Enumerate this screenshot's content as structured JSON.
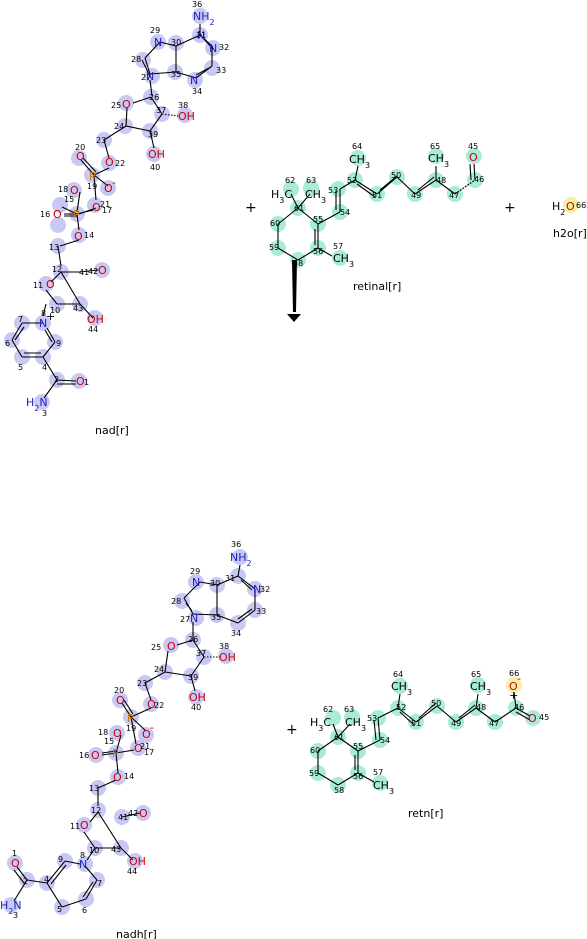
{
  "molecules": {
    "nad": {
      "name": "nad[r]",
      "atoms": {
        "n": [
          "1",
          "3",
          "4",
          "5",
          "6",
          "7",
          "8",
          "9",
          "10",
          "11",
          "12",
          "13",
          "14",
          "15",
          "16",
          "17",
          "18",
          "19",
          "20",
          "21",
          "22",
          "23",
          "24",
          "25",
          "26",
          "27",
          "28",
          "29",
          "30",
          "31",
          "32",
          "33",
          "34",
          "35",
          "36",
          "37",
          "38",
          "39",
          "40",
          "41",
          "42",
          "43",
          "44"
        ],
        "groups": {
          "amine": "NH",
          "sub2": "2",
          "oh": "OH",
          "n_label": "N",
          "o_label": "O",
          "p_label": "P",
          "minus": "-",
          "plus": "+",
          "h2n": "H",
          "n_amide": "N"
        }
      }
    },
    "retinal": {
      "name": "retinal[r]",
      "numbers": [
        "45",
        "46",
        "47",
        "48",
        "49",
        "50",
        "51",
        "52",
        "53",
        "54",
        "55",
        "56",
        "57",
        "58",
        "59",
        "60",
        "61",
        "62",
        "63",
        "64",
        "65"
      ],
      "methyl": "CH",
      "methyl_sub": "3",
      "h3c": "H",
      "h3c_sub": "3",
      "h3c_c": "C",
      "o": "O"
    },
    "h2o": {
      "name": "h2o[r]",
      "h": "H",
      "sub": "2",
      "o": "O",
      "num": "66"
    },
    "nadh": {
      "name": "nadh[r]"
    },
    "retn": {
      "name": "retn[r]",
      "o_minus": "O",
      "minus": "-",
      "num66": "66"
    }
  },
  "operators": {
    "plus1": "+",
    "plus2": "+",
    "plus3": "+"
  },
  "colors": {
    "highlight_blue": "#c8c8f4",
    "highlight_green": "#a8ecd8",
    "highlight_yellow": "#f4f0a0",
    "nitrogen": "#2020c0",
    "oxygen": "#cc0000",
    "phosphorus": "#cc7700"
  }
}
